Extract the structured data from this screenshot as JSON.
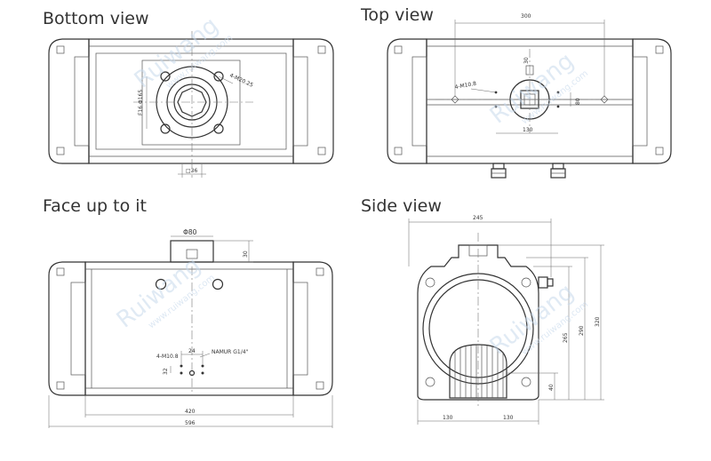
{
  "views": {
    "bottom": {
      "title": "Bottom view",
      "labels": {
        "bolt": "4-M20.25",
        "pcd": "F16 Φ165",
        "shaft": "□36"
      }
    },
    "top": {
      "title": "Top view",
      "labels": {
        "width": "300",
        "bolt": "4-M10.8",
        "height": "30",
        "a": "130",
        "b": "80"
      }
    },
    "face": {
      "title": "Face up to it",
      "labels": {
        "dia": "Φ80",
        "h": "30",
        "holes": "4-M10.8",
        "spacing": "24",
        "port": "NAMUR G1/4\"",
        "v": "32",
        "inner": "420",
        "outer": "596"
      }
    },
    "side": {
      "title": "Side view",
      "labels": {
        "width": "245",
        "h1": "320",
        "h2": "290",
        "h3": "265",
        "h4": "40",
        "l": "130",
        "r": "130"
      }
    }
  },
  "watermark": {
    "brand": "Ruiwang",
    "site": "www.ruiwang.com"
  }
}
